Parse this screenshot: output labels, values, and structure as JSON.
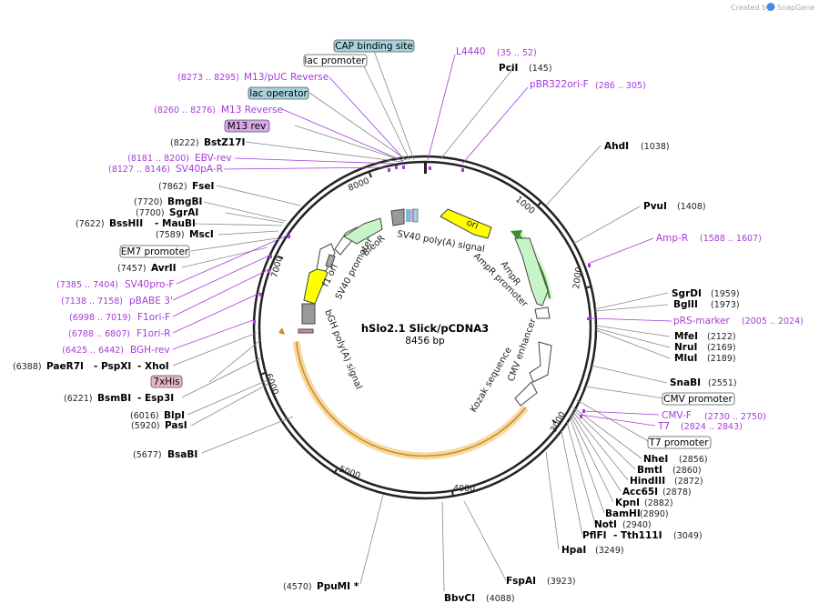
{
  "credit": {
    "prefix": "Created by",
    "brand": "SnapGene"
  },
  "plasmid": {
    "name": "hSlo2.1 Slick/pCDNA3",
    "length": "8456 bp"
  },
  "ticks": [
    {
      "label": "1000"
    },
    {
      "label": "2000"
    },
    {
      "label": "3000"
    },
    {
      "label": "4000"
    },
    {
      "label": "5000"
    },
    {
      "label": "6000"
    },
    {
      "label": "7000"
    },
    {
      "label": "8000"
    }
  ],
  "enzymes": [
    {
      "id": "pcii",
      "name": "PciI",
      "pos": "(145)"
    },
    {
      "id": "ahdi",
      "name": "AhdI",
      "pos": "(1038)"
    },
    {
      "id": "pvui",
      "name": "PvuI",
      "pos": "(1408)"
    },
    {
      "id": "sgrdi",
      "name": "SgrDI",
      "pos": "(1959)"
    },
    {
      "id": "bglii",
      "name": "BglII",
      "pos": "(1973)"
    },
    {
      "id": "mfei",
      "name": "MfeI",
      "pos": "(2122)"
    },
    {
      "id": "nrui",
      "name": "NruI",
      "pos": "(2169)"
    },
    {
      "id": "mlui",
      "name": "MluI",
      "pos": "(2189)"
    },
    {
      "id": "snabi",
      "name": "SnaBI",
      "pos": "(2551)"
    },
    {
      "id": "nhei",
      "name": "NheI",
      "pos": "(2856)"
    },
    {
      "id": "bmti",
      "name": "BmtI",
      "pos": "(2860)"
    },
    {
      "id": "hindiii",
      "name": "HindIII",
      "pos": "(2872)"
    },
    {
      "id": "acc65i",
      "name": "Acc65I",
      "pos": "(2878)"
    },
    {
      "id": "kpni",
      "name": "KpnI",
      "pos": "(2882)"
    },
    {
      "id": "bamhi",
      "name": "BamHI",
      "pos": "(2890)"
    },
    {
      "id": "noti",
      "name": "NotI",
      "pos": "(2940)"
    },
    {
      "id": "pflfi",
      "name": "PflFI",
      "name2": "- Tth111I",
      "pos": "(3049)"
    },
    {
      "id": "hpai",
      "name": "HpaI",
      "pos": "(3249)"
    },
    {
      "id": "fspai",
      "name": "FspAI",
      "pos": "(3923)"
    },
    {
      "id": "bbvci",
      "name": "BbvCI",
      "pos": "(4088)"
    },
    {
      "id": "ppumi",
      "name": "PpuMI *",
      "pos": "(4570)"
    },
    {
      "id": "bsabi",
      "name": "BsaBI",
      "pos": "(5677)"
    },
    {
      "id": "pasi",
      "name": "PasI",
      "pos": "(5920)"
    },
    {
      "id": "blpi",
      "name": "BlpI",
      "pos": "(6016)"
    },
    {
      "id": "bsmbi",
      "name": "BsmBI",
      "name2": "- Esp3I",
      "pos": "(6221)"
    },
    {
      "id": "paer7i",
      "name": "PaeR7I",
      "name2": "- PspXI",
      "name3": "- XhoI",
      "pos": "(6388)"
    },
    {
      "id": "avrii",
      "name": "AvrII",
      "pos": "(7457)"
    },
    {
      "id": "msci",
      "name": "MscI",
      "pos": "(7589)"
    },
    {
      "id": "bsshii",
      "name": "BssHII",
      "name2": "- MauBI",
      "pos": "(7622)"
    },
    {
      "id": "sgrai",
      "name": "SgrAI",
      "pos": "(7700)"
    },
    {
      "id": "bmgbi",
      "name": "BmgBI",
      "pos": "(7720)"
    },
    {
      "id": "fsei",
      "name": "FseI",
      "pos": "(7862)"
    },
    {
      "id": "bstz17i",
      "name": "BstZ17I",
      "pos": "(8222)"
    }
  ],
  "primers": [
    {
      "id": "l4440",
      "name": "L4440",
      "pos": "(35 .. 52)"
    },
    {
      "id": "pbr322ori",
      "name": "pBR322ori-F",
      "pos": "(286 .. 305)"
    },
    {
      "id": "amp-r",
      "name": "Amp-R",
      "pos": "(1588 .. 1607)"
    },
    {
      "id": "prs-marker",
      "name": "pRS-marker",
      "pos": "(2005 .. 2024)"
    },
    {
      "id": "cmv-f",
      "name": "CMV-F",
      "pos": "(2730 .. 2750)"
    },
    {
      "id": "t7",
      "name": "T7",
      "pos": "(2824 .. 2843)"
    },
    {
      "id": "m13-puc-reverse",
      "name": "M13/pUC Reverse",
      "pos": "(8273 .. 8295)"
    },
    {
      "id": "m13-reverse",
      "name": "M13 Reverse",
      "pos": "(8260 .. 8276)"
    },
    {
      "id": "ebv-rev",
      "name": "EBV-rev",
      "pos": "(8181 .. 8200)"
    },
    {
      "id": "sv40pa-r",
      "name": "SV40pA-R",
      "pos": "(8127 .. 8146)"
    },
    {
      "id": "sv40pro-f",
      "name": "SV40pro-F",
      "pos": "(7385 .. 7404)"
    },
    {
      "id": "pbabe3",
      "name": "pBABE 3'",
      "pos": "(7138 .. 7158)"
    },
    {
      "id": "f1ori-f",
      "name": "F1ori-F",
      "pos": "(6998 .. 7019)"
    },
    {
      "id": "f1ori-r",
      "name": "F1ori-R",
      "pos": "(6788 .. 6807)"
    },
    {
      "id": "bgh-rev",
      "name": "BGH-rev",
      "pos": "(6425 .. 6442)"
    }
  ],
  "boxed_features": [
    {
      "id": "cap-binding-site",
      "name": "CAP binding site",
      "fill": "#a7d3dc"
    },
    {
      "id": "lac-promoter",
      "name": "lac promoter",
      "fill": "#ffffff"
    },
    {
      "id": "lac-operator",
      "name": "lac operator",
      "fill": "#a7d3dc"
    },
    {
      "id": "m13-rev",
      "name": "M13 rev",
      "fill": "#d7a8ea"
    },
    {
      "id": "em7-promoter",
      "name": "EM7 promoter",
      "fill": "#ffffff"
    },
    {
      "id": "7xhis",
      "name": "7xHis",
      "fill": "#e6b8c3"
    },
    {
      "id": "cmv-promoter",
      "name": "CMV promoter",
      "fill": "#ffffff"
    },
    {
      "id": "t7-promoter",
      "name": "T7 promoter",
      "fill": "#ffffff"
    }
  ],
  "inner_features": [
    {
      "id": "ori",
      "name": "ori"
    },
    {
      "id": "ampr",
      "name": "AmpR"
    },
    {
      "id": "ampr-promoter",
      "name": "AmpR promoter"
    },
    {
      "id": "cmv-enhancer",
      "name": "CMV enhancer"
    },
    {
      "id": "kozak",
      "name": "Kozak sequence"
    },
    {
      "id": "bgh",
      "name": "bGH poly(A) signal"
    },
    {
      "id": "f1ori",
      "name": "f1 ori"
    },
    {
      "id": "sv40-promoter",
      "name": "SV40 promoter"
    },
    {
      "id": "bleor",
      "name": "BleoR"
    },
    {
      "id": "sv40-polya",
      "name": "SV40 poly(A) signal"
    }
  ],
  "colors": {
    "primer": "#a53ad9",
    "backbone": "#222222",
    "orf": "#e2aa3c",
    "ori": "#ffff00",
    "ampr": "#c8f5c8",
    "leader": "#888888"
  }
}
